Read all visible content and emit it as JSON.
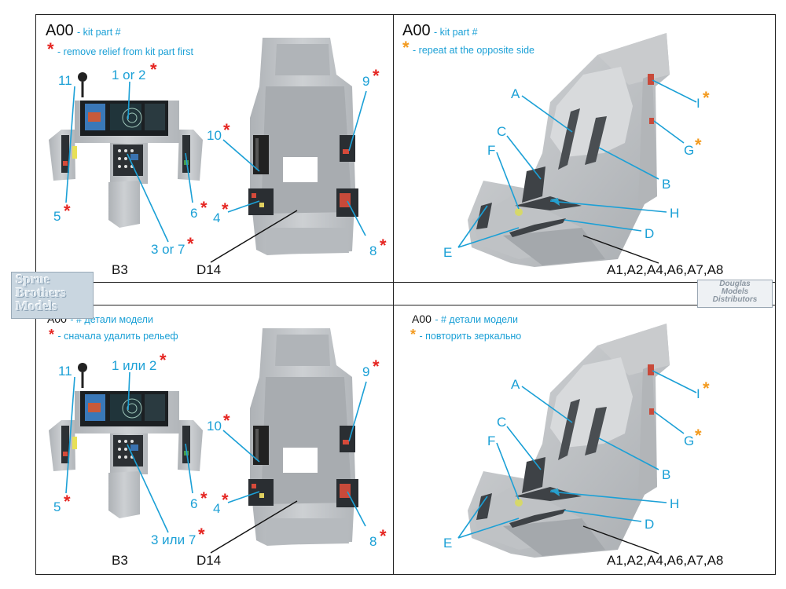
{
  "colors": {
    "label": "#1ba0d6",
    "star_red": "#e52521",
    "star_orange": "#f39a1e",
    "resin": "#bfc3c7"
  },
  "watermarks": {
    "sprue_brothers": [
      "Sprue",
      "Brothers",
      "Models"
    ],
    "douglas": [
      "Douglas",
      "Models",
      "Distributors"
    ]
  },
  "panels": {
    "top_left": {
      "legend_code": "A00",
      "legend_code_text": "- kit part #",
      "legend_star_text": "- remove relief from kit part first",
      "labels": {
        "l11": "11",
        "l1or2": "1 or 2",
        "l5": "5",
        "l6": "6",
        "l3or7": "3 or 7",
        "b3": "B3",
        "l10": "10",
        "l4": "4",
        "l9": "9",
        "l8": "8",
        "d14": "D14"
      }
    },
    "top_right": {
      "legend_code": "A00",
      "legend_code_text": "- kit part #",
      "legend_star_text": "- repeat at the opposite side",
      "labels": {
        "A": "A",
        "B": "B",
        "C": "C",
        "D": "D",
        "E": "E",
        "F": "F",
        "G": "G",
        "H": "H",
        "I": "I",
        "seat": "A1,A2,A4,A6,A7,A8"
      }
    },
    "bottom_left": {
      "legend_code": "A00",
      "legend_code_text": "- # детали модели",
      "legend_star_text": "- сначала удалить рельеф",
      "labels": {
        "l11": "11",
        "l1or2": "1 или 2",
        "l5": "5",
        "l6": "6",
        "l3or7": "3 или 7",
        "b3": "B3",
        "l10": "10",
        "l4": "4",
        "l9": "9",
        "l8": "8",
        "d14": "D14"
      }
    },
    "bottom_right": {
      "legend_code": "A00",
      "legend_code_text": "- # детали модели",
      "legend_star_text": "- повторить зеркально",
      "labels": {
        "A": "A",
        "B": "B",
        "C": "C",
        "D": "D",
        "E": "E",
        "F": "F",
        "G": "G",
        "H": "H",
        "I": "I",
        "seat": "A1,A2,A4,A6,A7,A8"
      }
    }
  }
}
